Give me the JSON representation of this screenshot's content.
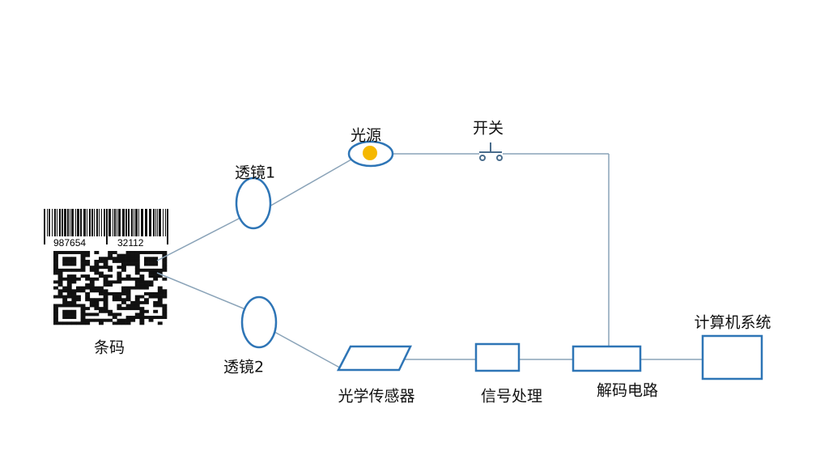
{
  "labels": {
    "barcode": "条码",
    "lens1": "透镜1",
    "lens2": "透镜2",
    "light_source": "光源",
    "switch": "开关",
    "optical_sensor": "光学传感器",
    "signal_processing": "信号处理",
    "decoding_circuit": "解码电路",
    "computer_system": "计算机系统"
  },
  "barcode_numbers": {
    "left": "987654",
    "right": "32112"
  },
  "colors": {
    "shape": "#2e75b6",
    "line": "#8aa3b8",
    "light": "#f5b800"
  }
}
